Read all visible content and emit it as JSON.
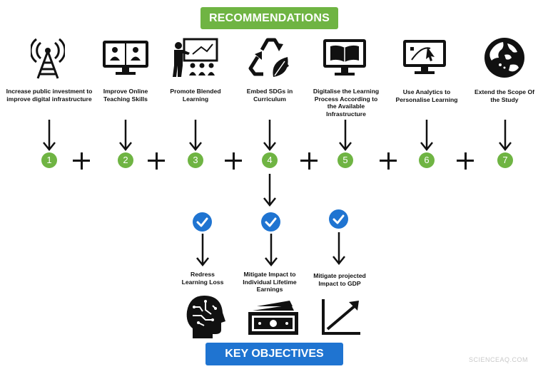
{
  "header": {
    "title": "RECOMMENDATIONS",
    "color": "#6fb443"
  },
  "footer": {
    "title": "KEY OBJECTIVES",
    "color": "#1f74d1"
  },
  "recommendations": [
    {
      "number": "1",
      "label": "Increase public investment to improve digital infrastructure",
      "icon": "signal-tower-icon"
    },
    {
      "number": "2",
      "label": "Improve Online Teaching Skills",
      "icon": "video-call-monitor-icon"
    },
    {
      "number": "3",
      "label": "Promote Blended Learning",
      "icon": "teacher-classroom-icon"
    },
    {
      "number": "4",
      "label": "Embed SDGs in Curriculum",
      "icon": "recycle-leaf-icon"
    },
    {
      "number": "5",
      "label": "Digitalise the Learning Process According to the Available Infrastructure",
      "icon": "book-monitor-icon"
    },
    {
      "number": "6",
      "label": "Use Analytics to Personalise Learning",
      "icon": "analytics-monitor-icon"
    },
    {
      "number": "7",
      "label": "Extend the Scope Of the Study",
      "icon": "globe-icon"
    }
  ],
  "objectives": [
    {
      "label": "Redress Learning Loss",
      "icon": "brain-head-icon"
    },
    {
      "label": "Mitigate Impact to Individual Lifetime Earnings",
      "icon": "money-stack-icon"
    },
    {
      "label": "Mitigate projected Impact to GDP",
      "icon": "growth-chart-icon"
    }
  ],
  "watermark": "SCIENCEAQ.COM"
}
